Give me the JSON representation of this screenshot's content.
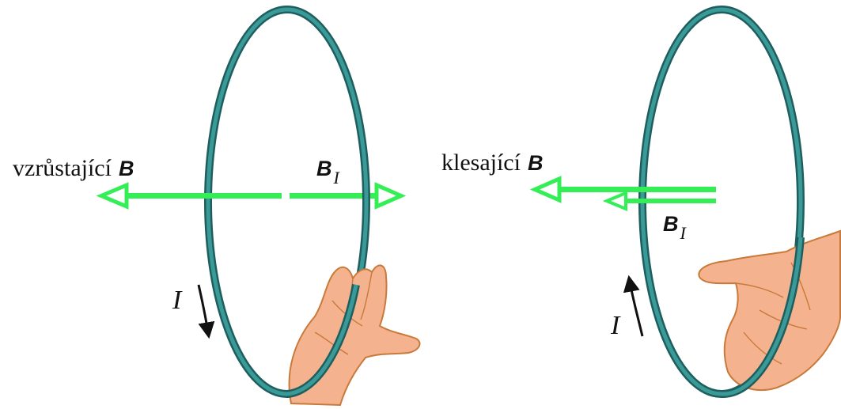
{
  "colors": {
    "ring": "#2f8a8a",
    "ring_dark": "#1f5e5e",
    "arrow": "#33ee55",
    "skin": "#f5b28e",
    "skin_line": "#c87a3a"
  },
  "left_panel": {
    "field_label": "vzrůstající",
    "field_symbol": "B",
    "induced_symbol": "B",
    "induced_subscript": "I",
    "current_label": "I"
  },
  "right_panel": {
    "field_label": "klesající",
    "field_symbol": "B",
    "induced_symbol": "B",
    "induced_subscript": "I",
    "current_label": "I"
  }
}
